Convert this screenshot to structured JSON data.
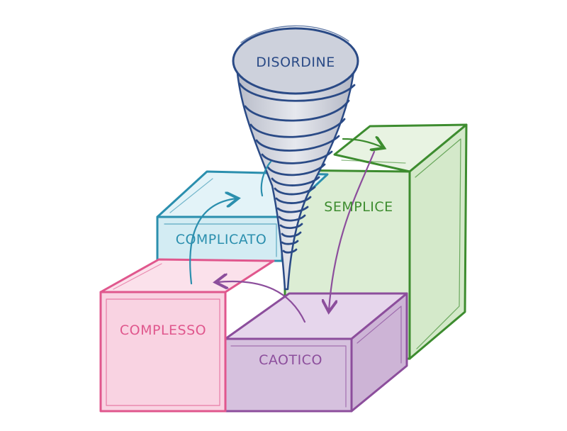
{
  "diagram": {
    "funnel_label": "DISORDINE",
    "domains": {
      "semplice": "SEMPLICE",
      "complicato": "COMPLICATO",
      "complesso": "COMPLESSO",
      "caotico": "CAOTICO"
    }
  },
  "colors": {
    "semplice_stroke": "#3d8c2f",
    "semplice_fill": "#dcedd4",
    "complicato_stroke": "#2b8fae",
    "complicato_fill": "#d3ecf3",
    "complesso_stroke": "#e0578d",
    "complesso_fill": "#f9d3e2",
    "caotico_stroke": "#8c4e9c",
    "caotico_fill": "#dcc6e3",
    "funnel_stroke": "#2a4a86",
    "funnel_fill": "#c9ccd6"
  }
}
